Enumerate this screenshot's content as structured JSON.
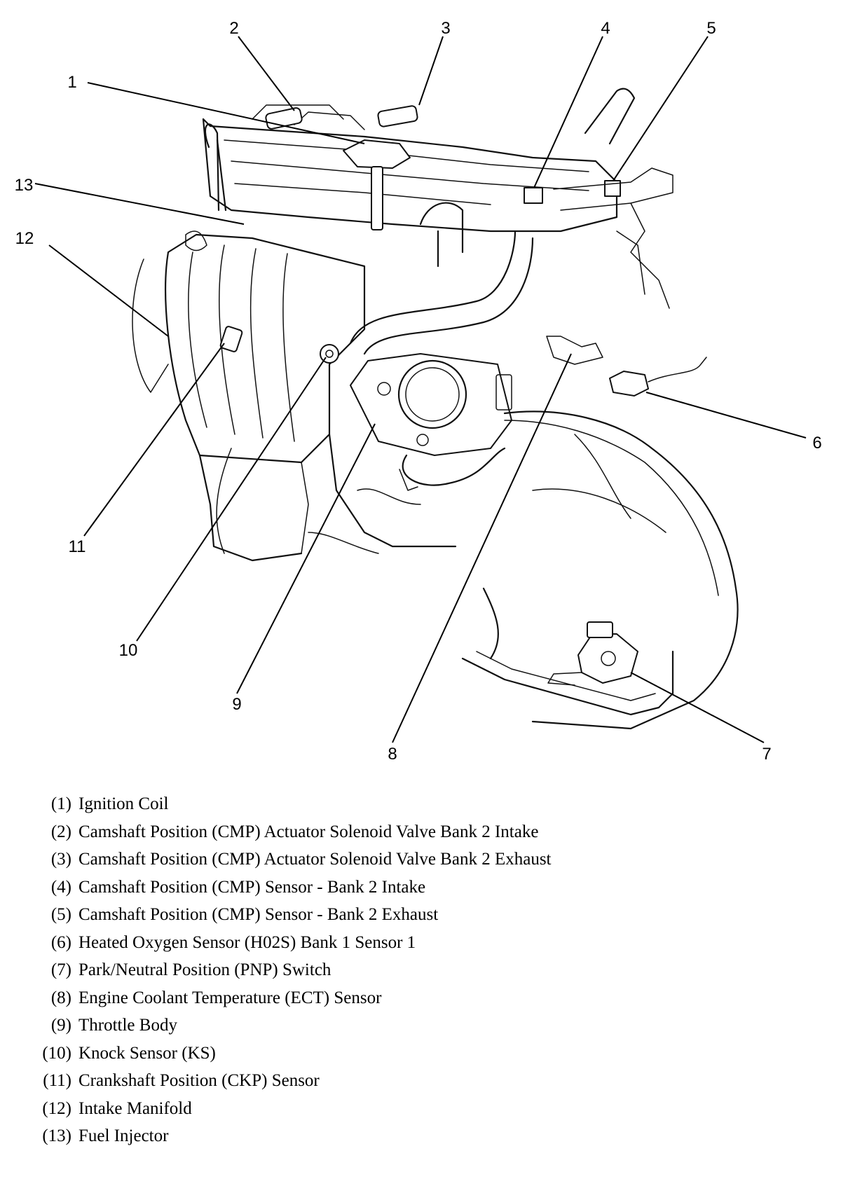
{
  "callouts": [
    "1",
    "2",
    "3",
    "4",
    "5",
    "6",
    "7",
    "8",
    "9",
    "10",
    "11",
    "12",
    "13"
  ],
  "legend": [
    {
      "num": "(1)",
      "text": "Ignition Coil"
    },
    {
      "num": "(2)",
      "text": "Camshaft Position (CMP) Actuator Solenoid Valve Bank 2 Intake"
    },
    {
      "num": "(3)",
      "text": "Camshaft Position (CMP) Actuator Solenoid Valve Bank 2 Exhaust"
    },
    {
      "num": "(4)",
      "text": "Camshaft Position (CMP) Sensor - Bank 2 Intake"
    },
    {
      "num": "(5)",
      "text": "Camshaft Position (CMP) Sensor - Bank 2 Exhaust"
    },
    {
      "num": "(6)",
      "text": "Heated Oxygen Sensor (H02S) Bank 1 Sensor 1"
    },
    {
      "num": "(7)",
      "text": "Park/Neutral Position (PNP) Switch"
    },
    {
      "num": "(8)",
      "text": "Engine Coolant Temperature (ECT) Sensor"
    },
    {
      "num": "(9)",
      "text": "Throttle Body"
    },
    {
      "num": "(10)",
      "text": "Knock Sensor (KS)"
    },
    {
      "num": "(11)",
      "text": "Crankshaft Position (CKP) Sensor"
    },
    {
      "num": "(12)",
      "text": "Intake Manifold"
    },
    {
      "num": "(13)",
      "text": "Fuel Injector"
    }
  ]
}
